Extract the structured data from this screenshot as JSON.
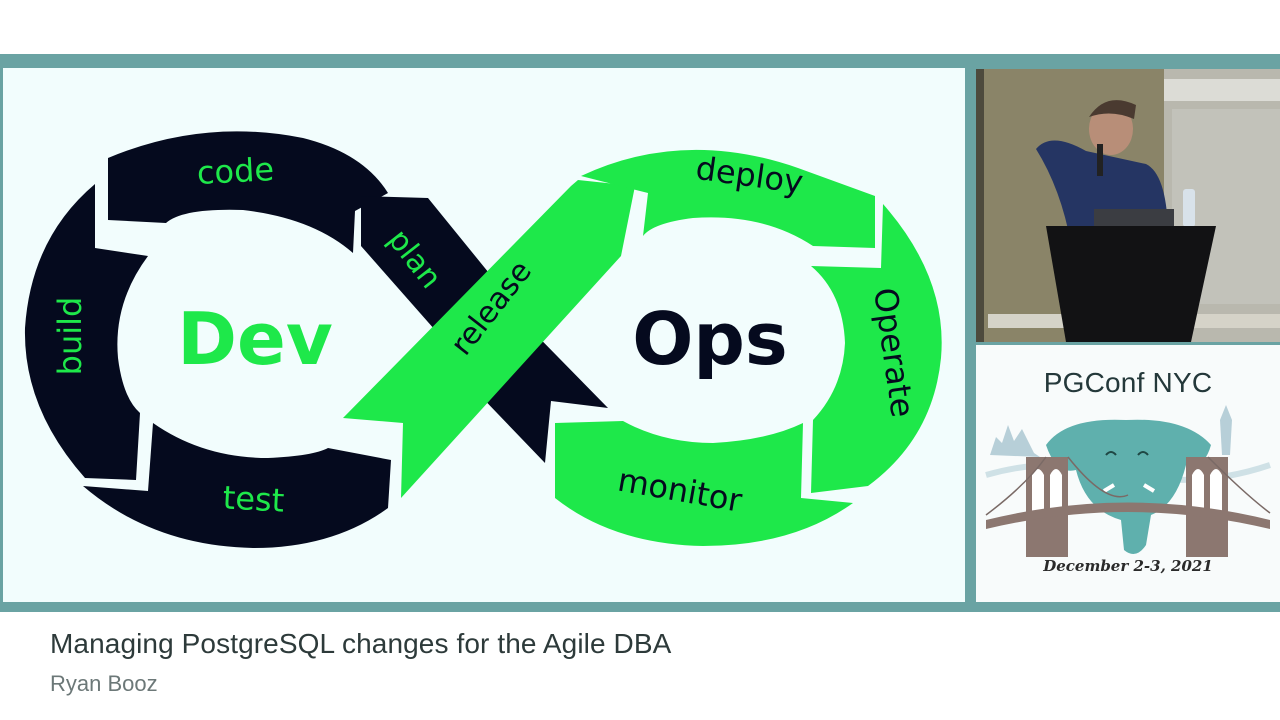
{
  "slide": {
    "left_loop": {
      "center_label": "Dev",
      "stages": [
        "code",
        "build",
        "test",
        "plan"
      ]
    },
    "right_loop": {
      "center_label": "Ops",
      "stages": [
        "deploy",
        "Operate",
        "monitor",
        "release"
      ]
    },
    "colors": {
      "green": "#1ee84a",
      "navy": "#050a1e",
      "background": "#f2fdfd"
    }
  },
  "conference": {
    "name": "PGConf NYC",
    "date": "December 2-3, 2021"
  },
  "talk": {
    "title": "Managing PostgreSQL changes for the Agile DBA",
    "speaker": "Ryan Booz"
  },
  "frame": {
    "color": "#6aa3a3"
  }
}
